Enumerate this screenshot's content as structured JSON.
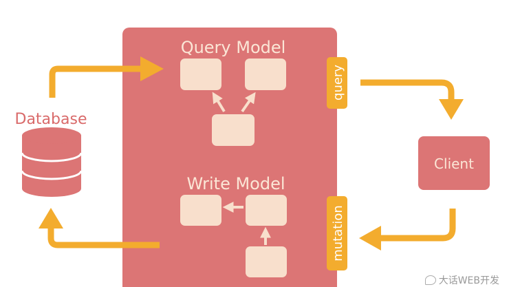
{
  "diagram": {
    "query_model": {
      "title": "Query Model"
    },
    "write_model": {
      "title": "Write Model"
    },
    "database": {
      "label": "Database"
    },
    "client": {
      "label": "Client"
    },
    "query_tag": {
      "label": "query"
    },
    "mutation_tag": {
      "label": "mutation"
    }
  },
  "watermark": {
    "text": "大话WEB开发"
  },
  "colors": {
    "panel": "#dc7575",
    "box": "#f8dfcc",
    "accent": "#f3ac2e",
    "text_light": "#fbe6d6",
    "text_dark": "#d96a6a"
  }
}
